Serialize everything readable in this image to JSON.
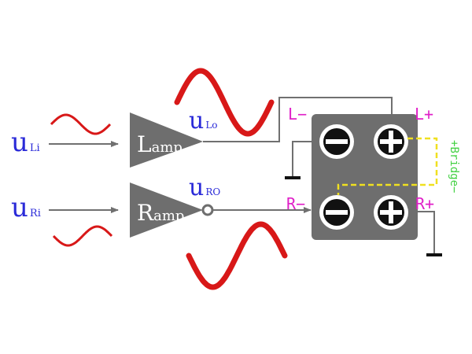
{
  "colors": {
    "signal_label": "#2a2ad8",
    "wave": "#d81818",
    "wire": "#707070",
    "amp_body": "#6e6e6e",
    "speaker_box": "#6e6e6e",
    "terminal_label": "#e020c8",
    "bridge": "#f0e020",
    "bridge_label": "#40d040"
  },
  "inputs": {
    "left": {
      "symbol": "u",
      "sub": "Li"
    },
    "right": {
      "symbol": "u",
      "sub": "Ri"
    }
  },
  "amplifiers": {
    "left": {
      "initial": "L",
      "rest": "amp"
    },
    "right": {
      "initial": "R",
      "rest": "amp"
    }
  },
  "outputs": {
    "left": {
      "symbol": "u",
      "sub": "Lo"
    },
    "right": {
      "symbol": "u",
      "sub": "RO"
    }
  },
  "terminals": {
    "l_minus": "L−",
    "l_plus": "L+",
    "r_minus": "R−",
    "r_plus": "R+"
  },
  "bridge": {
    "plus": "+",
    "word": "Bridge",
    "minus": "−"
  },
  "icons": {
    "minus_terminal": "minus-terminal-icon",
    "plus_terminal": "plus-terminal-icon",
    "ground": "ground-icon",
    "inverter_bubble": "inverter-bubble-icon"
  }
}
